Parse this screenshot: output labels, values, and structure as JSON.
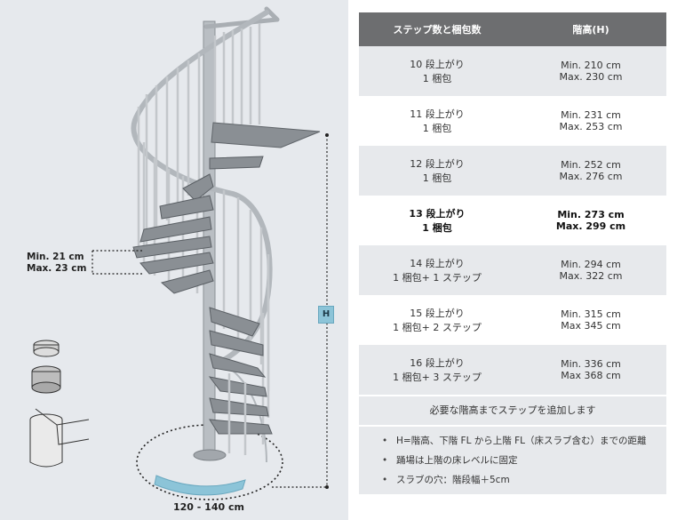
{
  "illustration": {
    "riser_min": "Min. 21 cm",
    "riser_max": "Max. 23 cm",
    "height_badge": "H",
    "width_label": "120 - 140 cm"
  },
  "table": {
    "headers": [
      "ステップ数と梱包数",
      "階高(H)"
    ],
    "rows": [
      {
        "steps": "10 段上がり",
        "pack": "1  梱包",
        "min": "Min. 210 cm",
        "max": "Max. 230 cm",
        "bold": false
      },
      {
        "steps": "11 段上がり",
        "pack": "1  梱包",
        "min": "Min. 231 cm",
        "max": "Max. 253 cm",
        "bold": false
      },
      {
        "steps": "12 段上がり",
        "pack": "1  梱包",
        "min": "Min. 252 cm",
        "max": "Max. 276 cm",
        "bold": false
      },
      {
        "steps": "13 段上がり",
        "pack": "1  梱包",
        "min": "Min. 273 cm",
        "max": "Max. 299 cm",
        "bold": true
      },
      {
        "steps": "14 段上がり",
        "pack": "1 梱包+ 1  ステップ",
        "min": "Min. 294 cm",
        "max": "Max. 322 cm",
        "bold": false
      },
      {
        "steps": "15 段上がり",
        "pack": "1  梱包+ 2  ステップ",
        "min": "Min. 315 cm",
        "max": "Max 345 cm",
        "bold": false
      },
      {
        "steps": "16 段上がり",
        "pack": "1  梱包+ 3  ステップ",
        "min": "Min. 336 cm",
        "max": "Max 368 cm",
        "bold": false
      }
    ]
  },
  "notes": {
    "add_steps": "必要な階高までステップを追加します",
    "bullets": [
      "H=階高、下階 FL から上階 FL（床スラブ含む）までの距離",
      "踊場は上階の床レベルに固定",
      "スラブの穴：階段幅＋5cm"
    ]
  }
}
